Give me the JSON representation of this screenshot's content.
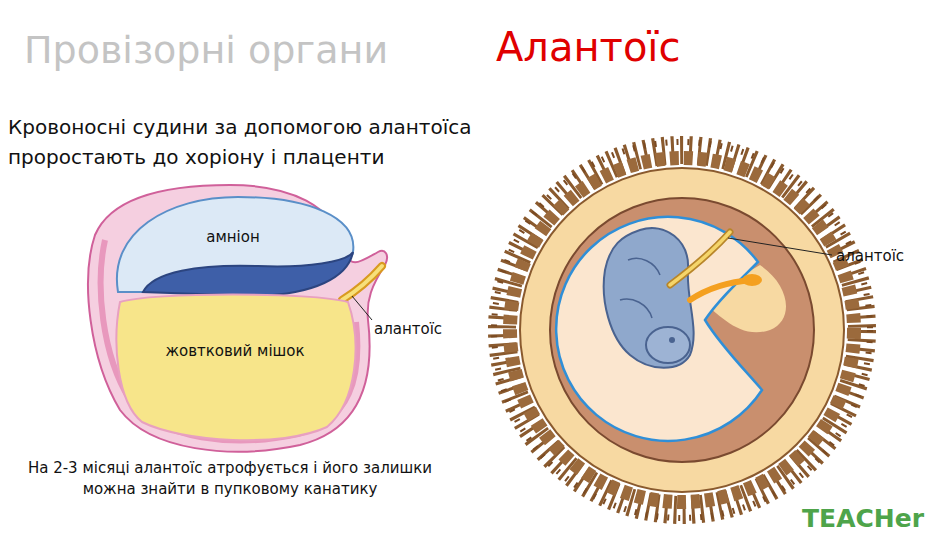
{
  "diagram": {
    "title": "Алантоїс",
    "caption": "На 2-3 місяці алантоїс атрофується і його залишки можна знайти в пупковому канатику",
    "nodes": [
      {
        "text": [
          "амніон"
        ]
      },
      {
        "text": [
          "жовтковий мішок"
        ]
      }
    ],
    "labels": [
      "Провізорні органи",
      "Кровоносні судини за допомогою алантоїса проростають до хоріону і плаценти",
      "алантоїс",
      "алантоїс",
      "TEACHer"
    ]
  }
}
